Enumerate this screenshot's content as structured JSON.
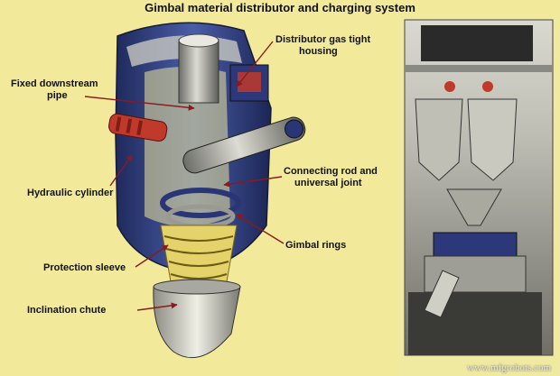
{
  "title": "Gimbal material distributor and charging system",
  "labels": {
    "distributor_housing": [
      "Distributor gas tight",
      "housing"
    ],
    "fixed_pipe": [
      "Fixed downstream",
      "pipe"
    ],
    "connecting_rod": [
      "Connecting rod and",
      "universal joint"
    ],
    "hydraulic_cylinder": "Hydraulic cylinder",
    "gimbal_rings": "Gimbal rings",
    "protection_sleeve": "Protection sleeve",
    "inclination_chute": "Inclination chute"
  },
  "watermark": "www.mfgrobots.com",
  "colors": {
    "background": "#f2ea9a",
    "arrow": "#8b1a1a",
    "housing_blue": "#34458a",
    "metal": "#b9b9b2",
    "accent_red": "#c0392b"
  }
}
